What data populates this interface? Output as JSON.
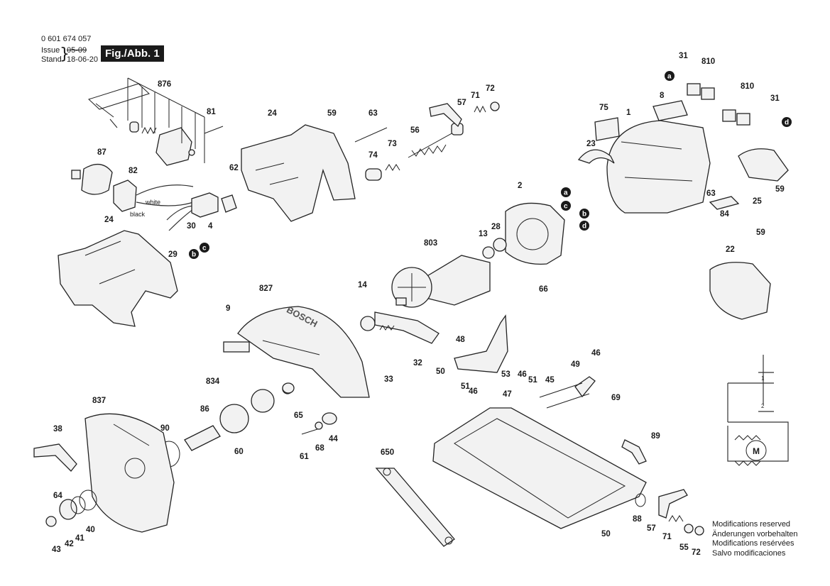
{
  "header": {
    "part_code": "0 601 674 057",
    "issue_label": "Issue",
    "issue_value": "05-09",
    "stand_label": "Stand",
    "stand_value": "18-06-20",
    "figure_title": "Fig./Abb. 1"
  },
  "notes": [
    "Modifications reserved",
    "Änderungen vorbehalten",
    "Modifications resérvées",
    "Salvo modificaciones"
  ],
  "part_numbers": {
    "p31a": "31",
    "p810a": "810",
    "p810b": "810",
    "p31b": "31",
    "p8": "8",
    "p1": "1",
    "p75": "75",
    "p23": "23",
    "p25": "25",
    "p59d": "59",
    "p84": "84",
    "p63b": "63",
    "p876": "876",
    "p81": "81",
    "p24a": "24",
    "p59a": "59",
    "p63a": "63",
    "p56": "56",
    "p57a": "57",
    "p71a": "71",
    "p72a": "72",
    "p74": "74",
    "p73": "73",
    "p62": "62",
    "p87": "87",
    "p82": "82",
    "p4": "4",
    "p30": "30",
    "p29": "29",
    "p24b": "24",
    "p2": "2",
    "p13": "13",
    "p28": "28",
    "p803": "803",
    "p66": "66",
    "p59b": "59",
    "p22": "22",
    "p827": "827",
    "p9": "9",
    "p14": "14",
    "p33": "33",
    "p32": "32",
    "p48": "48",
    "p53": "53",
    "p46a": "46",
    "p46b": "46",
    "p51a": "51",
    "p49": "49",
    "p45": "45",
    "p50a": "50",
    "p51b": "51",
    "p46c": "46",
    "p47": "47",
    "p69": "69",
    "p89": "89",
    "p834": "834",
    "p86": "86",
    "p837": "837",
    "p90": "90",
    "p65": "65",
    "p38": "38",
    "p61": "61",
    "p68": "68",
    "p44": "44",
    "p60": "60",
    "p650": "650",
    "p64": "64",
    "p43": "43",
    "p42": "42",
    "p41": "41",
    "p40": "40",
    "p88": "88",
    "p57b": "57",
    "p71b": "71",
    "p55": "55",
    "p72b": "72",
    "p50b": "50"
  },
  "wire_labels": {
    "white": "white",
    "black": "black"
  },
  "connectors": {
    "a": "a",
    "b": "b",
    "c": "c",
    "d": "d"
  },
  "brand_label": "BOSCH",
  "motor_symbol": "M",
  "switch_labels": {
    "s1": "1",
    "s2": "2"
  }
}
